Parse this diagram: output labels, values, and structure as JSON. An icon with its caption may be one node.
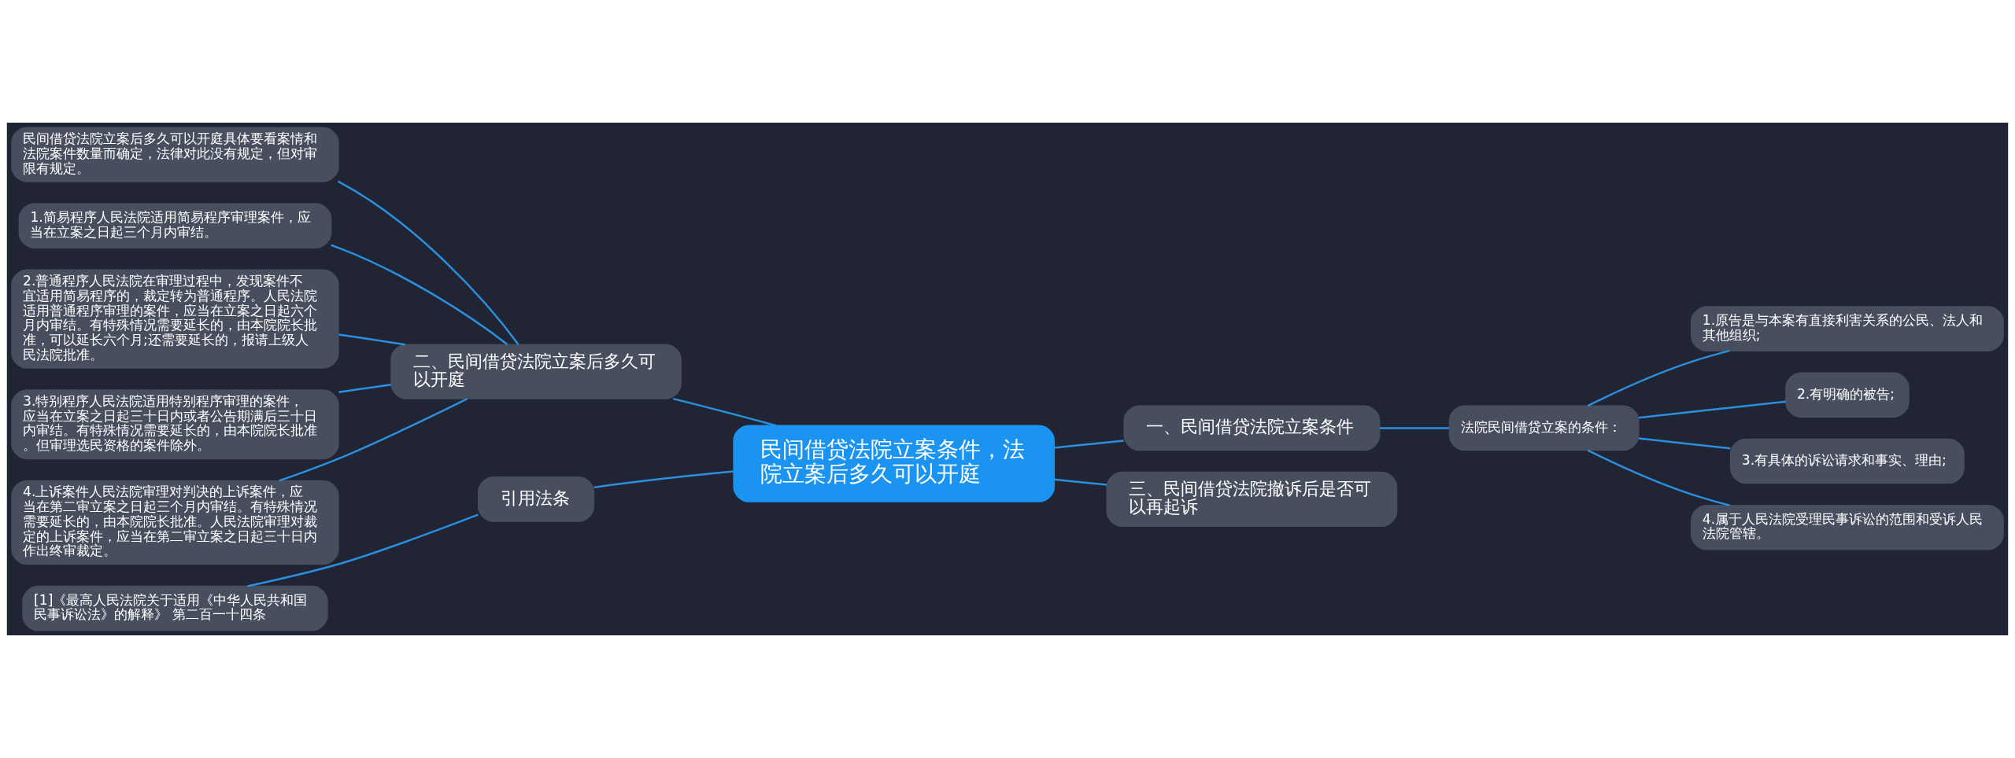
{
  "diagram": {
    "nodes": [
      {
        "text": [
          "民间借贷法院立案条件，法院立案后多久可以开庭"
        ]
      },
      {
        "text": [
          "一、民间借贷法院立案条件"
        ]
      },
      {
        "text": [
          "法院民间借贷立案的条件："
        ]
      },
      {
        "text": [
          "1.原告是与本案有直接利害关系的公民、法人和其他组织;"
        ]
      },
      {
        "text": [
          "2.有明确的被告;"
        ]
      },
      {
        "text": [
          "3.有具体的诉讼请求和事实、理由;"
        ]
      },
      {
        "text": [
          "4.属于人民法院受理民事诉讼的范围和受诉人民法院管辖。"
        ]
      },
      {
        "text": [
          "三、民间借贷法院撤诉后是否可以再起诉"
        ]
      },
      {
        "text": [
          "二、民间借贷法院立案后多久可以开庭"
        ]
      },
      {
        "text": [
          "民间借贷法院立案后多久可以开庭具体要看案情和法院案件数量而确定，法律对此没有规定，但对审限有规定。"
        ]
      },
      {
        "text": [
          "1.简易程序人民法院适用简易程序审理案件，应当在立案之日起三个月内审结。"
        ]
      },
      {
        "text": [
          "2.普通程序人民法院在审理过程中，发现案件不宜适用简易程序的，裁定转为普通程序。人民法院适用普通程序审理的案件，应当在立案之日起六个月内审结。有特殊情况需要延长的，由本院院长批准，可以延长六个月;还需要延长的，报请上级人民法院批准。"
        ]
      },
      {
        "text": [
          "3.特别程序人民法院适用特别程序审理的案件，应当在立案之日起三十日内或者公告期满后三十日内审结。有特殊情况需要延长的，由本院院长批准。但审理选民资格的案件除外。"
        ]
      },
      {
        "text": [
          "4.上诉案件人民法院审理对判决的上诉案件，应当在第二审立案之日起三个月内审结。有特殊情况需要延长的，由本院院长批准。人民法院审理对裁定的上诉案件，应当在第二审立案之日起三十日内作出终审裁定。"
        ]
      },
      {
        "text": [
          "引用法条"
        ]
      },
      {
        "text": [
          "[1]《最高人民法院关于适用《中华人民共和国民事诉讼法》的解释》 第二百一十四条"
        ]
      }
    ],
    "edges": [
      {
        "from": 0,
        "to": 1,
        "arrow": "none"
      },
      {
        "from": 1,
        "to": 2,
        "arrow": "none"
      },
      {
        "from": 2,
        "to": 3,
        "arrow": "none"
      },
      {
        "from": 2,
        "to": 4,
        "arrow": "none"
      },
      {
        "from": 2,
        "to": 5,
        "arrow": "none"
      },
      {
        "from": 2,
        "to": 6,
        "arrow": "none"
      },
      {
        "from": 0,
        "to": 7,
        "arrow": "none"
      },
      {
        "from": 0,
        "to": 8,
        "arrow": "none"
      },
      {
        "from": 8,
        "to": 9,
        "arrow": "none"
      },
      {
        "from": 8,
        "to": 10,
        "arrow": "none"
      },
      {
        "from": 8,
        "to": 11,
        "arrow": "none"
      },
      {
        "from": 8,
        "to": 12,
        "arrow": "none"
      },
      {
        "from": 8,
        "to": 13,
        "arrow": "none"
      },
      {
        "from": 0,
        "to": 14,
        "arrow": "none"
      },
      {
        "from": 14,
        "to": 15,
        "arrow": "none"
      }
    ]
  }
}
